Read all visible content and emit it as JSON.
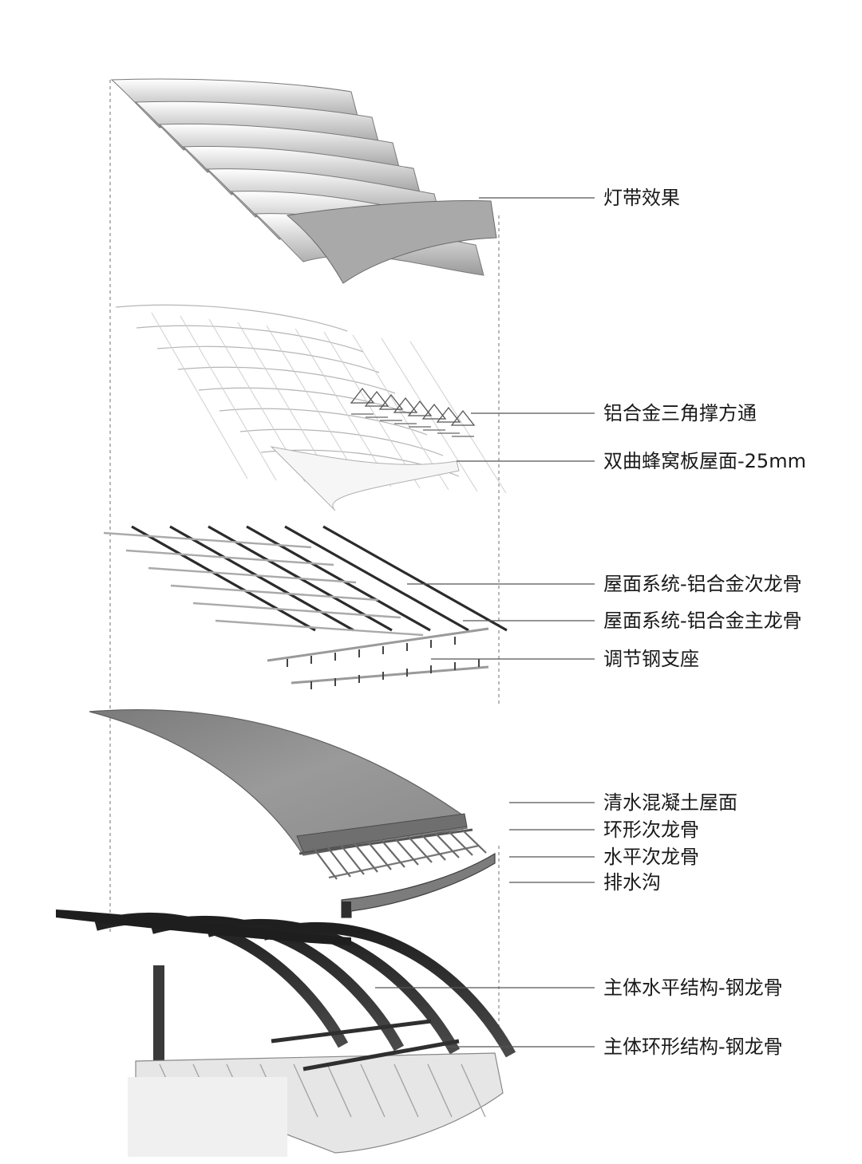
{
  "labels": {
    "light_strip": "灯带效果",
    "triangle_tube": "铝合金三角撑方通",
    "honeycomb_roof": "双曲蜂窝板屋面-25mm",
    "secondary_keel": "屋面系统-铝合金次龙骨",
    "main_keel": "屋面系统-铝合金主龙骨",
    "steel_support": "调节钢支座",
    "concrete_roof": "清水混凝土屋面",
    "ring_secondary_keel": "环形次龙骨",
    "horizontal_secondary_keel": "水平次龙骨",
    "drainage_ditch": "排水沟",
    "main_horizontal_structure": "主体水平结构-钢龙骨",
    "main_ring_structure": "主体环形结构-钢龙骨"
  },
  "colors": {
    "panel_light": "#f2f2f2",
    "panel_mid": "#b8b8b8",
    "panel_dark": "#8a8a8a",
    "concrete": "#8e8e8e",
    "steel": "#3a3a3a",
    "leader": "#555555",
    "text": "#1a1a1a"
  }
}
